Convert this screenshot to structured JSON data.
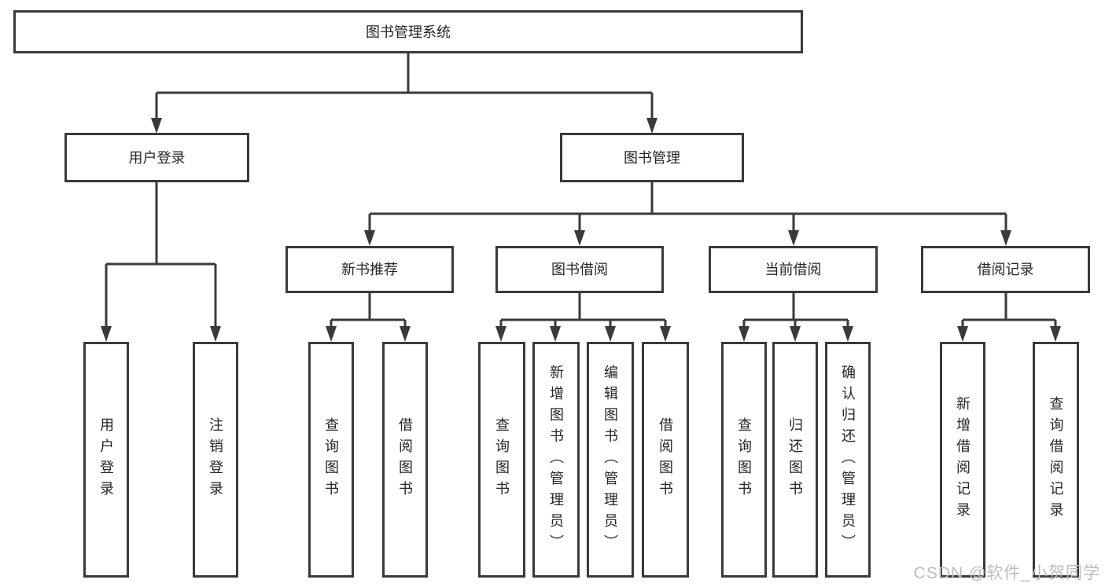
{
  "diagram": {
    "title_node": "图书管理系统",
    "level1": {
      "user_login": "用户登录",
      "book_management": "图书管理"
    },
    "level2": {
      "new_book_recommend": "新书推荐",
      "book_borrow": "图书借阅",
      "current_borrow": "当前借阅",
      "borrow_record": "借阅记录"
    },
    "leaves": {
      "user_login": [
        "用户登录",
        "注销登录"
      ],
      "new_book_recommend": [
        "查询图书",
        "借阅图书"
      ],
      "book_borrow": [
        "查询图书",
        "新增图书（管理员）",
        "编辑图书（管理员）",
        "借阅图书"
      ],
      "current_borrow": [
        "查询图书",
        "归还图书",
        "确认归还（管理员）"
      ],
      "borrow_record": [
        "新增借阅记录",
        "查询借阅记录"
      ]
    }
  },
  "watermark": {
    "text": "CSDN @软件_小贺同学",
    "color": "#bdbdbd"
  },
  "colors": {
    "line": "#3a3a3a",
    "text": "#262626",
    "background": "#ffffff"
  }
}
